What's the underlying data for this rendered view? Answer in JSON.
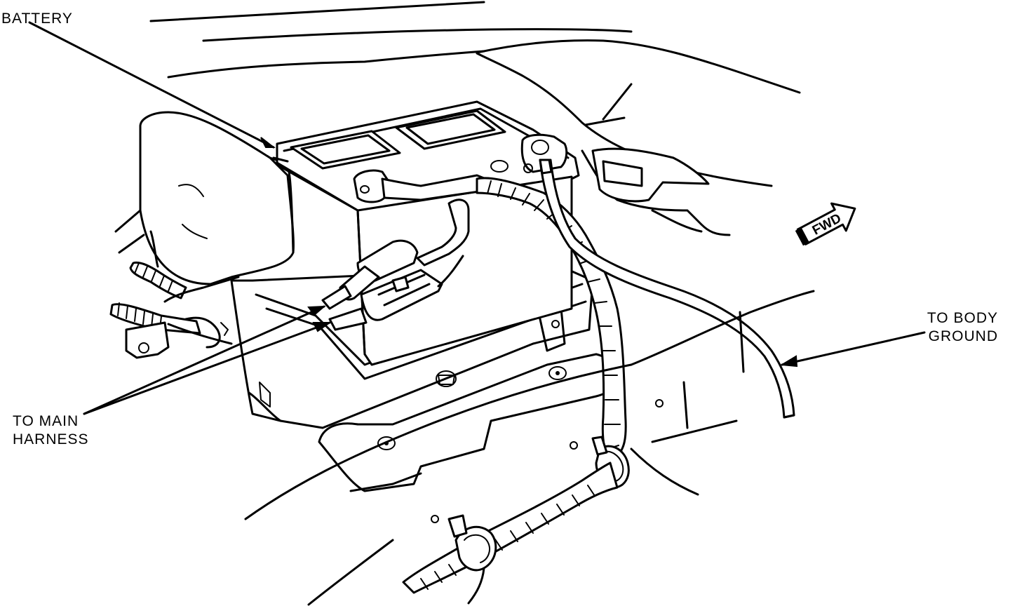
{
  "labels": {
    "battery": "BATTERY",
    "body_ground_line1": "TO BODY",
    "body_ground_line2": "GROUND",
    "main_harness_line1": "TO MAIN",
    "main_harness_line2": "HARNESS",
    "fwd": "FWD"
  },
  "icons": {
    "fwd_arrow": "forward-direction-arrow"
  }
}
